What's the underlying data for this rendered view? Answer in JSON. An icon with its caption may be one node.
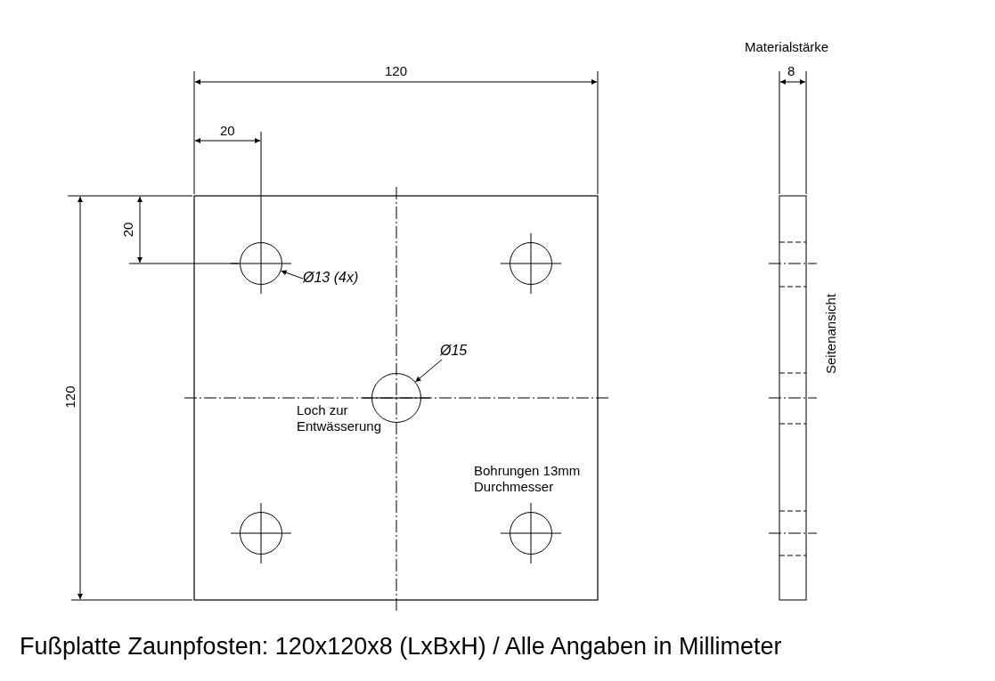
{
  "diagram": {
    "caption": "Fußplatte Zaunpfosten: 120x120x8 (LxBxH) / Alle Angaben in Millimeter",
    "nodes": [
      {
        "text": [],
        "shape": "circle"
      },
      {
        "text": [
          "Ø13 (4x)"
        ]
      },
      {
        "text": [],
        "shape": "circle"
      },
      {
        "text": [
          "Ø15"
        ]
      },
      {
        "text": [],
        "shape": "circle"
      },
      {
        "text": [],
        "shape": "circle"
      },
      {
        "text": [],
        "shape": "circle"
      }
    ],
    "edges": [
      {
        "from": 1,
        "to": 0,
        "arrow": "to"
      },
      {
        "from": 3,
        "to": 4,
        "arrow": "to"
      }
    ],
    "labels": [
      "Materialstärke",
      "120",
      "8",
      "20",
      "20",
      "120",
      "Loch zur Entwässerung",
      "Bohrungen 13mm Durchmesser",
      "Seitenansicht"
    ]
  }
}
